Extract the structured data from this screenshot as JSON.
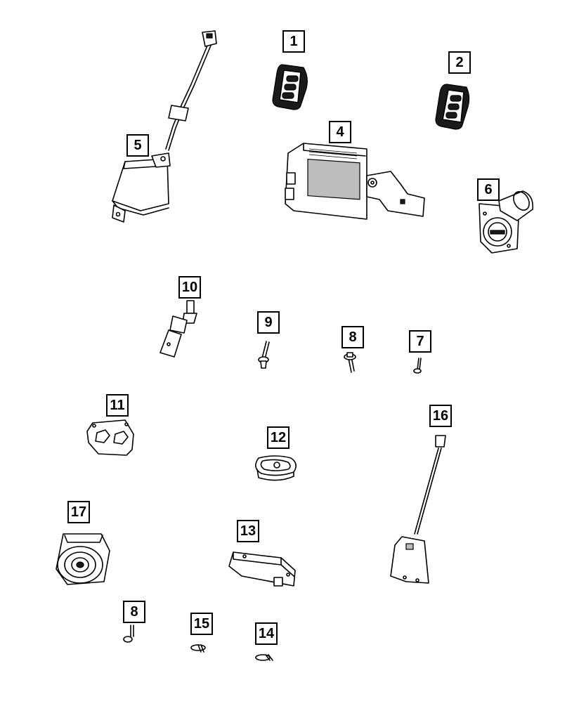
{
  "diagram": {
    "callouts": [
      "1",
      "2",
      "4",
      "5",
      "6",
      "10",
      "9",
      "8",
      "7",
      "11",
      "12",
      "16",
      "17",
      "13",
      "8",
      "15",
      "14"
    ]
  }
}
